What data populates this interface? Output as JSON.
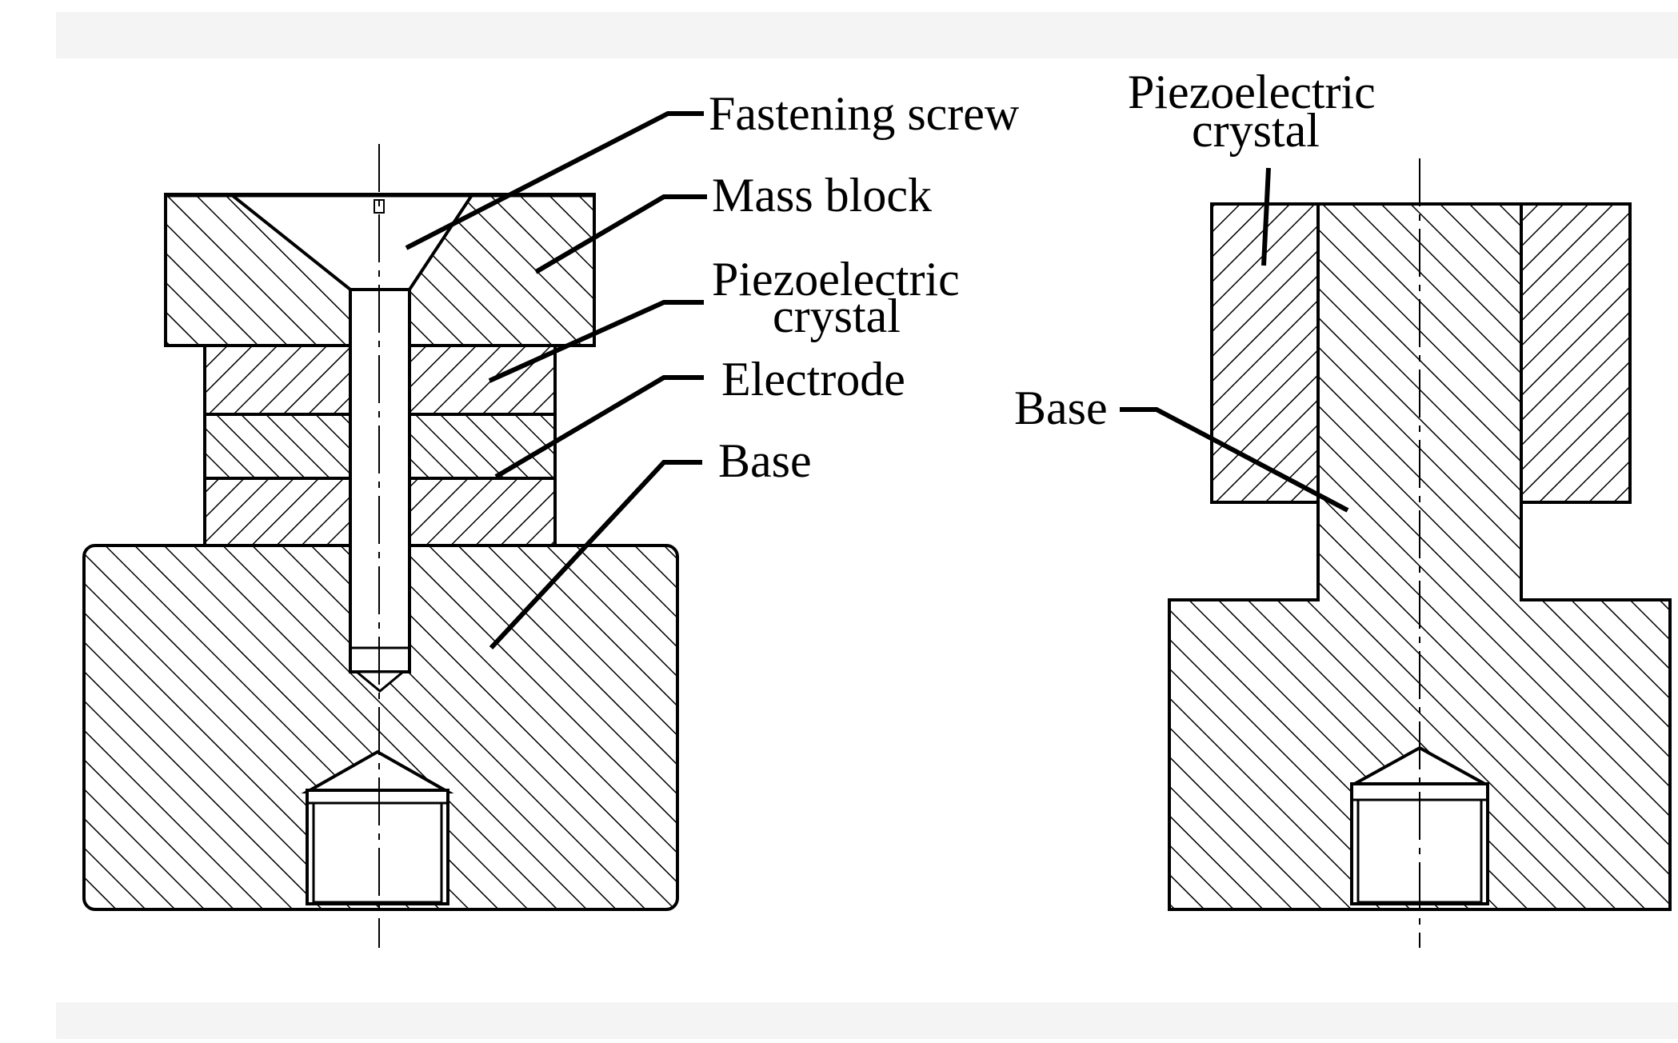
{
  "left_diagram": {
    "labels": {
      "fastening_screw": "Fastening screw",
      "mass_block": "Mass block",
      "piezo_line1": "Piezoelectric",
      "piezo_line2": "crystal",
      "electrode": "Electrode",
      "base": "Base"
    }
  },
  "right_diagram": {
    "labels": {
      "piezo_line1": "Piezoelectric",
      "piezo_line2": "crystal",
      "base": "Base"
    }
  },
  "colors": {
    "ink": "#000000",
    "background": "#ffffff",
    "band": "#f4f4f4"
  }
}
